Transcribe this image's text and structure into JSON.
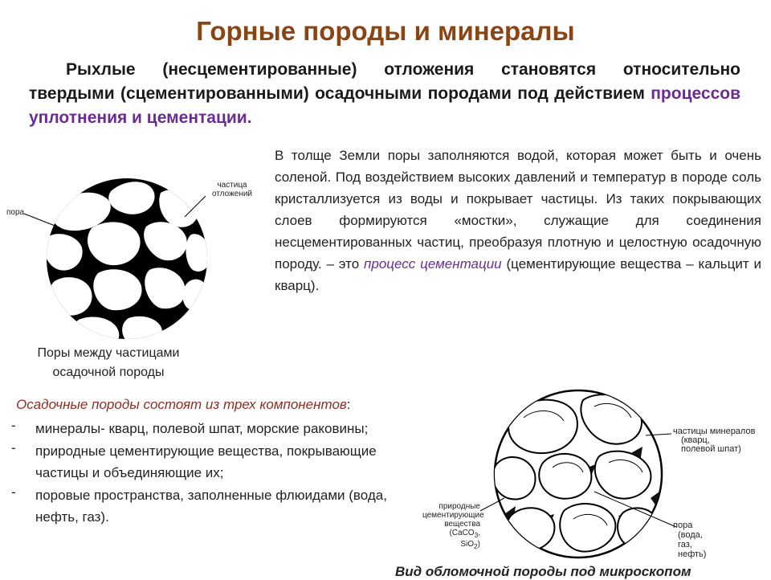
{
  "title": "Горные породы и минералы",
  "intro": {
    "text": "Рыхлые (несцементированные) отложения становятся относительно твердыми (сцементированными) осадочными породами под действием",
    "highlight": "процессов уплотнения и цементации."
  },
  "paragraph": {
    "text": "В толще Земли поры заполняются водой, которая может быть и очень соленой. Под воздействием высоких давлений и температур в породе соль кристаллизуется из воды и покрывает частицы. Из таких покрывающих слоев формируются «мостки», служащие для соединения несцементированных частиц, преобразуя плотную и целостную осадочную породу. – это",
    "highlight": "процесс цементации",
    "tail": "(цементирующие вещества – кальцит и кварц)."
  },
  "figure1": {
    "label_pore": "пора",
    "label_particles_1": "частица",
    "label_particles_2": "отложений",
    "caption_1": "Поры между частицами",
    "caption_2": "осадочной породы"
  },
  "components": {
    "title": "Осадочные породы состоят из трех компонентов",
    "colon": ":",
    "bullet": "-",
    "items": [
      "минералы- кварц, полевой шпат, морские раковины;",
      "природные цементирующие вещества, покрывающие частицы и объединяющие их;",
      "поровые пространства, заполненные флюидами (вода, нефть, газ)."
    ]
  },
  "figure2": {
    "label_minerals_1": "частицы минералов",
    "label_minerals_2": "(кварц,",
    "label_minerals_3": "полевой шпат)",
    "label_cement_1": "природные",
    "label_cement_2": "цементирующие",
    "label_cement_3": "вещества",
    "label_cement_4": "(CaCO",
    "label_cement_4_sub": "3",
    "label_cement_5": "SiO",
    "label_cement_5_sub": "2",
    "label_pore_1": "пора",
    "label_pore_2": "(вода,",
    "label_pore_3": "газ,",
    "label_pore_4": "нефть)",
    "caption": "Вид обломочной породы под микроскопом"
  }
}
